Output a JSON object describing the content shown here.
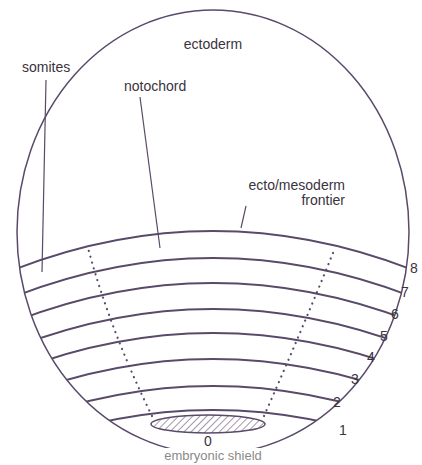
{
  "diagram": {
    "labels": [
      "ectoderm",
      "somites",
      "notochord",
      "ecto/mesoderm frontier",
      "8",
      "7",
      "6",
      "5",
      "4",
      "3",
      "2",
      "1",
      "0",
      "embryonic shield"
    ]
  }
}
